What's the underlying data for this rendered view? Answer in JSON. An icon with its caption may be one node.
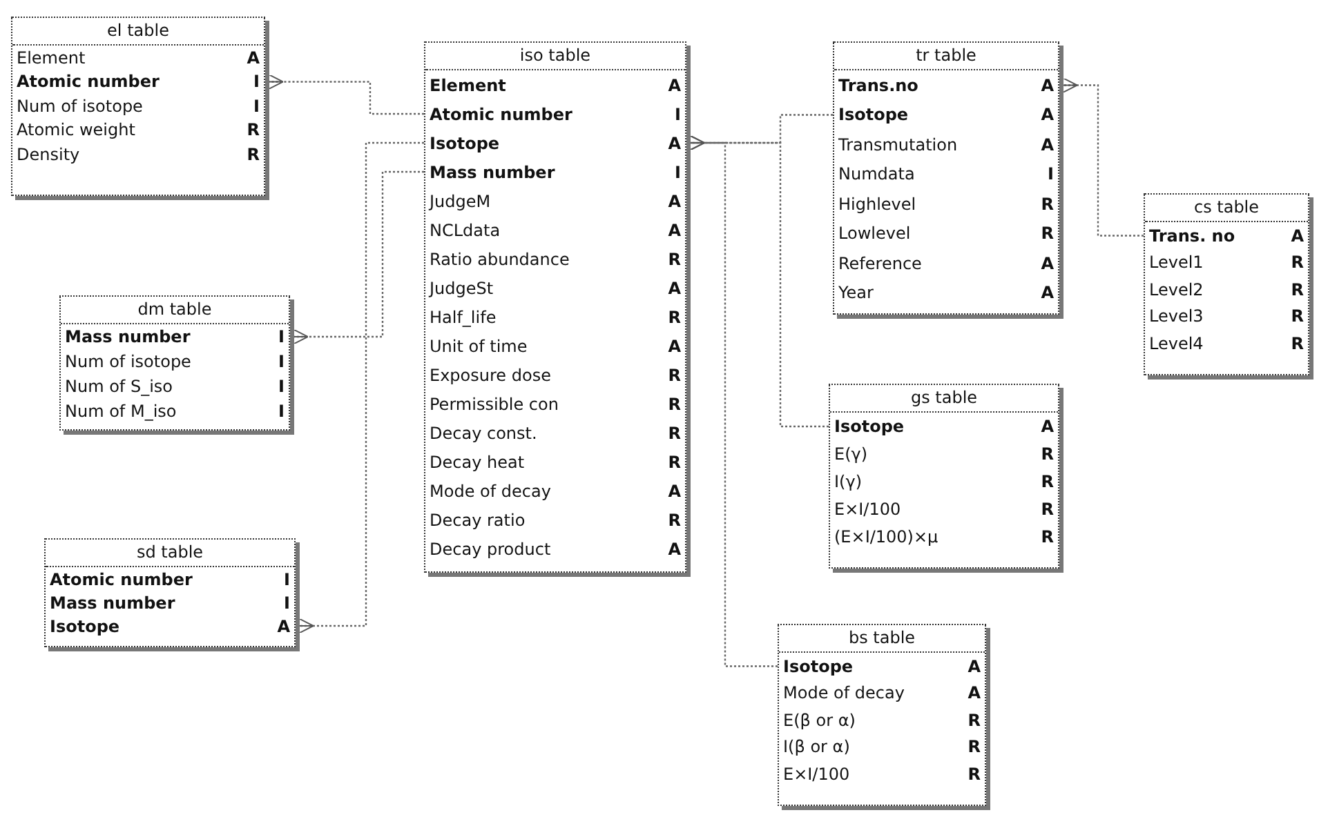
{
  "diagram": {
    "nodes": [
      {
        "text": [
          "el table"
        ]
      },
      {
        "text": [
          "Element",
          "A"
        ],
        "in": 0
      },
      {
        "text": [
          "Atomic number",
          "I"
        ],
        "in": 0
      },
      {
        "text": [
          "Num of isotope",
          "I"
        ],
        "in": 0
      },
      {
        "text": [
          "Atomic weight",
          "R"
        ],
        "in": 0
      },
      {
        "text": [
          "Density",
          "R"
        ],
        "in": 0
      },
      {
        "text": [
          "iso table"
        ]
      },
      {
        "text": [
          "Element",
          "A"
        ],
        "in": 6
      },
      {
        "text": [
          "Atomic number",
          "I"
        ],
        "in": 6
      },
      {
        "text": [
          "Isotope",
          "A"
        ],
        "in": 6
      },
      {
        "text": [
          "Mass number",
          "I"
        ],
        "in": 6
      },
      {
        "text": [
          "JudgeM",
          "A"
        ],
        "in": 6
      },
      {
        "text": [
          "NCLdata",
          "A"
        ],
        "in": 6
      },
      {
        "text": [
          "Ratio abundance",
          "R"
        ],
        "in": 6
      },
      {
        "text": [
          "JudgeSt",
          "A"
        ],
        "in": 6
      },
      {
        "text": [
          "Half_life",
          "R"
        ],
        "in": 6
      },
      {
        "text": [
          "Unit of time",
          "A"
        ],
        "in": 6
      },
      {
        "text": [
          "Exposure dose",
          "R"
        ],
        "in": 6
      },
      {
        "text": [
          "Permissible con",
          "R"
        ],
        "in": 6
      },
      {
        "text": [
          "Decay const.",
          "R"
        ],
        "in": 6
      },
      {
        "text": [
          "Decay heat",
          "R"
        ],
        "in": 6
      },
      {
        "text": [
          "Mode of decay",
          "A"
        ],
        "in": 6
      },
      {
        "text": [
          "Decay ratio",
          "R"
        ],
        "in": 6
      },
      {
        "text": [
          "Decay product",
          "A"
        ],
        "in": 6
      },
      {
        "text": [
          "dm table"
        ]
      },
      {
        "text": [
          "Mass number",
          "I"
        ],
        "in": 24
      },
      {
        "text": [
          "Num of isotope",
          "I"
        ],
        "in": 24
      },
      {
        "text": [
          "Num of S_iso",
          "I"
        ],
        "in": 24
      },
      {
        "text": [
          "Num of M_iso",
          "I"
        ],
        "in": 24
      },
      {
        "text": [
          "sd table"
        ]
      },
      {
        "text": [
          "Atomic number",
          "I"
        ],
        "in": 29
      },
      {
        "text": [
          "Mass number",
          "I"
        ],
        "in": 29
      },
      {
        "text": [
          "Isotope",
          "A"
        ],
        "in": 29
      },
      {
        "text": [
          "tr table"
        ]
      },
      {
        "text": [
          "Trans.no",
          "A"
        ],
        "in": 33
      },
      {
        "text": [
          "Isotope",
          "A"
        ],
        "in": 33
      },
      {
        "text": [
          "Transmutation",
          "A"
        ],
        "in": 33
      },
      {
        "text": [
          "Numdata",
          "I"
        ],
        "in": 33
      },
      {
        "text": [
          "Highlevel",
          "R"
        ],
        "in": 33
      },
      {
        "text": [
          "Lowlevel",
          "R"
        ],
        "in": 33
      },
      {
        "text": [
          "Reference",
          "A"
        ],
        "in": 33
      },
      {
        "text": [
          "Year",
          "A"
        ],
        "in": 33
      },
      {
        "text": [
          "cs table"
        ]
      },
      {
        "text": [
          "Trans. no",
          "A"
        ],
        "in": 42
      },
      {
        "text": [
          "Level1",
          "R"
        ],
        "in": 42
      },
      {
        "text": [
          "Level2",
          "R"
        ],
        "in": 42
      },
      {
        "text": [
          "Level3",
          "R"
        ],
        "in": 42
      },
      {
        "text": [
          "Level4",
          "R"
        ],
        "in": 42
      },
      {
        "text": [
          "gs table"
        ]
      },
      {
        "text": [
          "Isotope",
          "A"
        ],
        "in": 48
      },
      {
        "text": [
          "E(γ)",
          "R"
        ],
        "in": 48
      },
      {
        "text": [
          "I(γ)",
          "R"
        ],
        "in": 48
      },
      {
        "text": [
          "E×I/100",
          "R"
        ],
        "in": 48
      },
      {
        "text": [
          "(E×I/100)×μ",
          "R"
        ],
        "in": 48
      },
      {
        "text": [
          "bs table"
        ]
      },
      {
        "text": [
          "Isotope",
          "A"
        ],
        "in": 54
      },
      {
        "text": [
          "Mode of decay",
          "A"
        ],
        "in": 54
      },
      {
        "text": [
          "E(β or α)",
          "R"
        ],
        "in": 54
      },
      {
        "text": [
          "I(β or α)",
          "R"
        ],
        "in": 54
      },
      {
        "text": [
          "E×I/100",
          "R"
        ],
        "in": 54
      }
    ],
    "edges": [
      {
        "from": 8,
        "to": 2,
        "arrow": "other"
      },
      {
        "from": 9,
        "to": 32,
        "arrow": "other"
      },
      {
        "from": 10,
        "to": 25,
        "arrow": "other"
      },
      {
        "from": 35,
        "to": 9,
        "arrow": "other"
      },
      {
        "from": 49,
        "to": 9,
        "arrow": "other"
      },
      {
        "from": 55,
        "to": 9,
        "arrow": "other"
      },
      {
        "from": 43,
        "to": 34,
        "arrow": "other"
      }
    ]
  }
}
